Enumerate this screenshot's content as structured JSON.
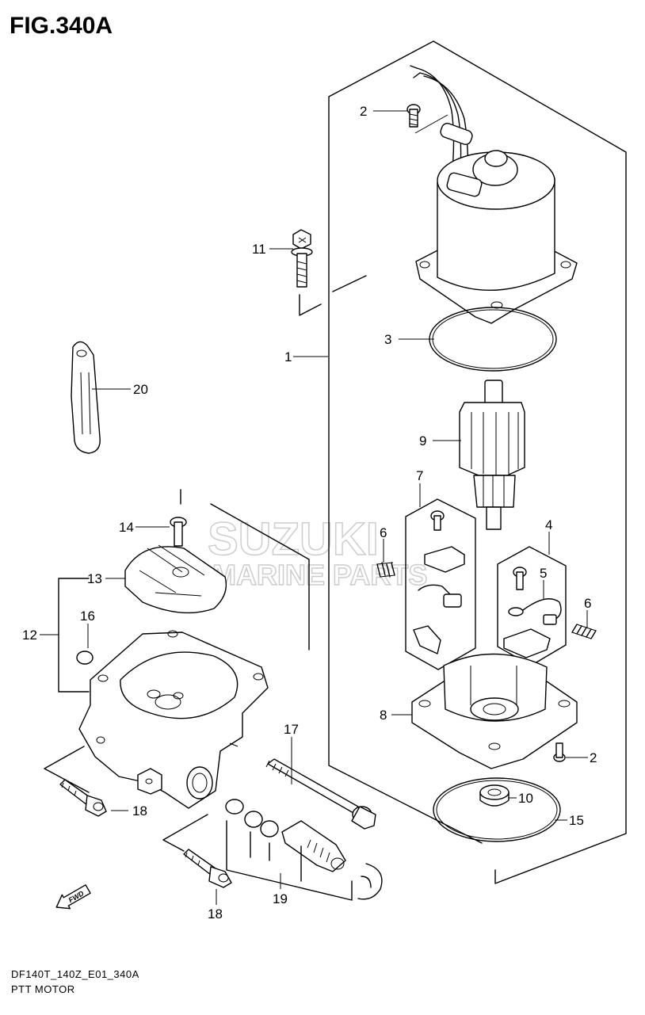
{
  "figure": {
    "title": "FIG.340A"
  },
  "watermark": {
    "line1": "SUZUKI",
    "line2": "MARINE PARTS"
  },
  "callouts": [
    {
      "id": "c1",
      "label": "1"
    },
    {
      "id": "c2a",
      "label": "2"
    },
    {
      "id": "c2b",
      "label": "2"
    },
    {
      "id": "c3",
      "label": "3"
    },
    {
      "id": "c4",
      "label": "4"
    },
    {
      "id": "c5",
      "label": "5"
    },
    {
      "id": "c6a",
      "label": "6"
    },
    {
      "id": "c6b",
      "label": "6"
    },
    {
      "id": "c7",
      "label": "7"
    },
    {
      "id": "c8",
      "label": "8"
    },
    {
      "id": "c9",
      "label": "9"
    },
    {
      "id": "c10",
      "label": "10"
    },
    {
      "id": "c11",
      "label": "11"
    },
    {
      "id": "c12",
      "label": "12"
    },
    {
      "id": "c13",
      "label": "13"
    },
    {
      "id": "c14",
      "label": "14"
    },
    {
      "id": "c15",
      "label": "15"
    },
    {
      "id": "c16",
      "label": "16"
    },
    {
      "id": "c17",
      "label": "17"
    },
    {
      "id": "c18a",
      "label": "18"
    },
    {
      "id": "c18b",
      "label": "18"
    },
    {
      "id": "c19",
      "label": "19"
    },
    {
      "id": "c20",
      "label": "20"
    }
  ],
  "fwd_arrow": {
    "label": "FWD",
    "icon": "fwd-arrow-icon"
  },
  "footer": {
    "line1": "DF140T_140Z_E01_340A",
    "line2": "PTT MOTOR"
  }
}
